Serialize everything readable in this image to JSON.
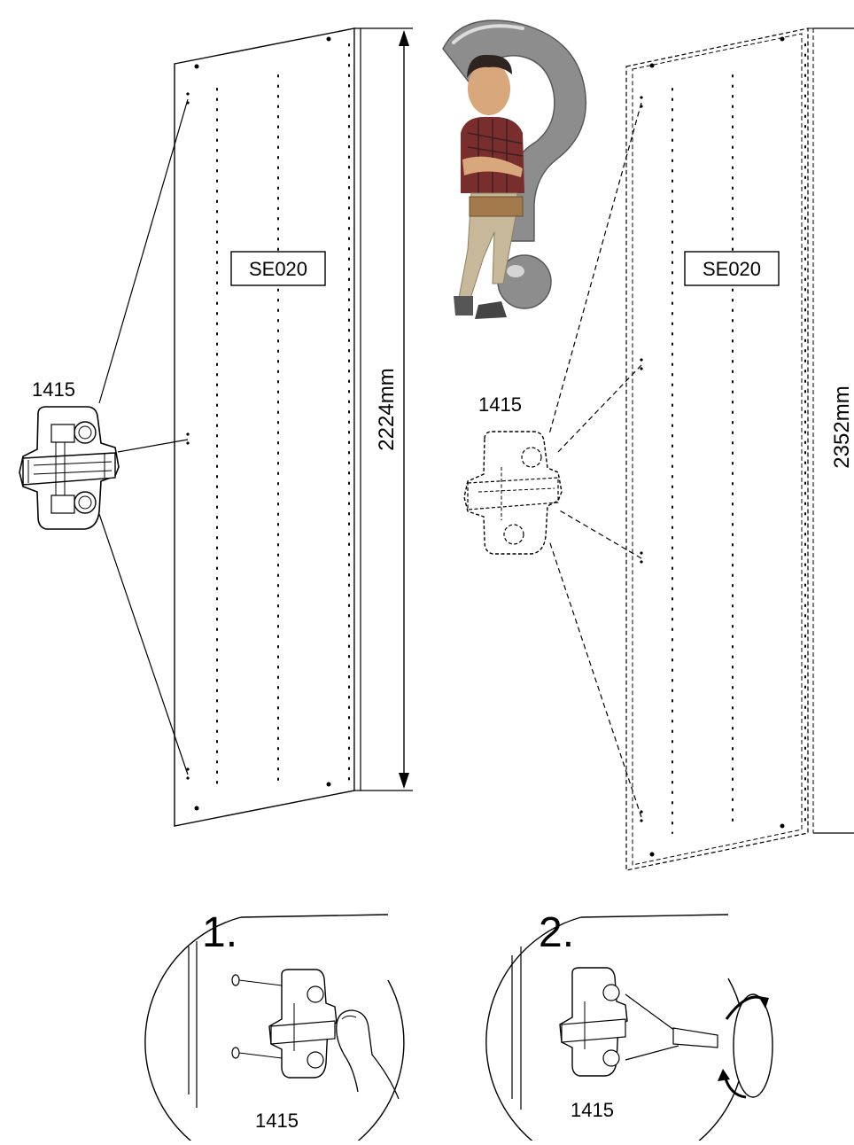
{
  "left_panel": {
    "panel_code": "SE020",
    "height_dimension": "2224mm",
    "hinge_part": "1415"
  },
  "right_panel": {
    "panel_code": "SE020",
    "height_dimension": "2352mm",
    "hinge_part": "1415"
  },
  "steps": [
    {
      "number": "1.",
      "part": "1415",
      "action_icon": "press-finger-icon"
    },
    {
      "number": "2.",
      "part": "1415",
      "action_icon": "screwdriver-rotate-icon"
    }
  ],
  "illustration": {
    "icon": "thinking-worker-question-mark-icon"
  },
  "colors": {
    "line": "#000000",
    "figure_metal": "#8a8a8a",
    "figure_skin": "#d9a77c",
    "shirt": "#7a2d2d",
    "pants": "#c7b89a"
  }
}
